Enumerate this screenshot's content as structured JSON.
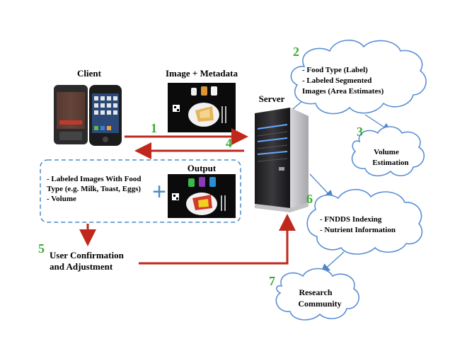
{
  "client": {
    "label": "Client"
  },
  "image_metadata": {
    "label": "Image + Metadata"
  },
  "server": {
    "label": "Server"
  },
  "output": {
    "label": "Output",
    "plus": "+"
  },
  "output_box": {
    "line1": "- Labeled Images With Food",
    "line2": "Type  (e.g. Milk, Toast, Eggs)",
    "line3": "- Volume"
  },
  "user_confirmation": {
    "line1": "User Confirmation",
    "line2": "and Adjustment"
  },
  "cloud_food_type": {
    "line1": "- Food Type (Label)",
    "line2": "- Labeled Segmented",
    "line3": "Images (Area Estimates)"
  },
  "cloud_volume": {
    "line1": "Volume",
    "line2": "Estimation"
  },
  "cloud_fndds": {
    "line1": "- FNDDS Indexing",
    "line2": "- Nutrient Information"
  },
  "cloud_research": {
    "line1": "Research",
    "line2": "Community"
  },
  "steps": [
    "1",
    "2",
    "3",
    "4",
    "5",
    "6",
    "7"
  ],
  "colors": {
    "step_green": "#3aaa35",
    "flow_red": "#c0281c",
    "cloud_blue": "#5b8fd4",
    "dashed_blue": "#4a8bc9"
  },
  "icons": [
    "smartphone-icon",
    "iphone-icon",
    "food-tray-photo",
    "segmented-food-photo",
    "server-tower-icon"
  ]
}
